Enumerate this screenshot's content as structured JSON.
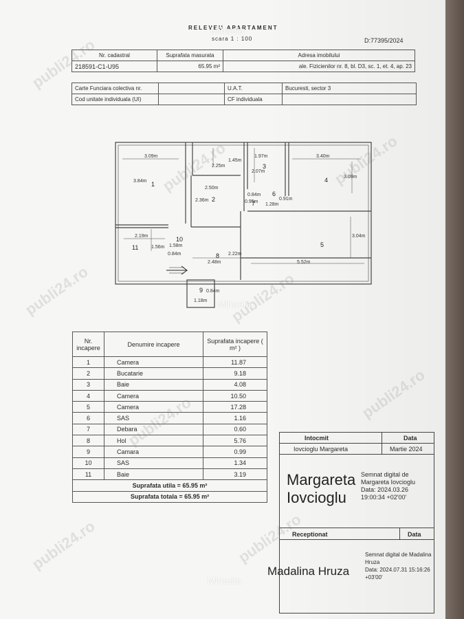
{
  "header": {
    "title": "RELEVEU APARTAMENT",
    "scale": "scara  1 : 100",
    "doc_number": "D:77395/2024"
  },
  "info_table": {
    "col1_label": "Nr. cadastral",
    "col2_label": "Suprafata masurata",
    "col3_label": "Adresa imobilului",
    "cadastral_no": "218591-C1-U95",
    "measured_area": "65.95 m²",
    "address": "ale. Fizicienilor nr. 8, bl. D3, sc. 1, et. 4, ap. 23"
  },
  "registry_table": {
    "cf_label": "Carte Funciara colectiva nr.",
    "uat_label": "U.A.T.",
    "uat_value": "Bucuresti, sector 3",
    "cod_label": "Cod unitate individuala (UI)",
    "cf_ind_label": "CF individuala"
  },
  "plan_labels": {
    "d1": "3.09m",
    "d2": "2.25m",
    "d3": "1.45m",
    "d4": "1.97m",
    "d5": "3.40m",
    "d6": "3.84m",
    "d7": "2.50m",
    "d8": "2.07m",
    "d9": "3.09m",
    "d10": "2.36m",
    "d11": "0.84m",
    "d12": "0.95m",
    "d13": "1.28m",
    "d14": "0.91m",
    "d15": "2.19m",
    "d16": "1.58m",
    "d17": "1.56m",
    "d18": "0.84m",
    "d19": "2.48m",
    "d20": "2.22m",
    "d21": "5.52m",
    "d22": "3.04m",
    "d23": "1.18m",
    "d24": "0.84m",
    "r1": "1",
    "r2": "2",
    "r3": "3",
    "r4": "4",
    "r5": "5",
    "r6": "6",
    "r7": "7",
    "r8": "8",
    "r9": "9",
    "r10": "10",
    "r11": "11"
  },
  "rooms_table": {
    "h_nr": "Nr. incapere",
    "h_name": "Denumire incapere",
    "h_area": "Suprafata incapere ( m² )",
    "rows": [
      {
        "nr": "1",
        "name": "Camera",
        "area": "11.87"
      },
      {
        "nr": "2",
        "name": "Bucatarie",
        "area": "9.18"
      },
      {
        "nr": "3",
        "name": "Baie",
        "area": "4.08"
      },
      {
        "nr": "4",
        "name": "Camera",
        "area": "10.50"
      },
      {
        "nr": "5",
        "name": "Camera",
        "area": "17.28"
      },
      {
        "nr": "6",
        "name": "SAS",
        "area": "1.16"
      },
      {
        "nr": "7",
        "name": "Debara",
        "area": "0.60"
      },
      {
        "nr": "8",
        "name": "Hol",
        "area": "5.76"
      },
      {
        "nr": "9",
        "name": "Camara",
        "area": "0.99"
      },
      {
        "nr": "10",
        "name": "SAS",
        "area": "1.34"
      },
      {
        "nr": "11",
        "name": "Baie",
        "area": "3.19"
      }
    ],
    "useful": "Suprafata utila = 65.95 m²",
    "total": "Suprafata totala = 65.95 m²"
  },
  "sign_box": {
    "intocmit": "Intocmit",
    "data": "Data",
    "author": "Iovcioglu Margareta",
    "date": "Martie  2024",
    "sig1_name_line1": "Margareta",
    "sig1_name_line2": "Iovcioglu",
    "sig1_text1": "Semnat digital de",
    "sig1_text2": "Margareta Iovcioglu",
    "sig1_text3": "Data: 2024.03.26",
    "sig1_text4": "19:00:34 +02'00'",
    "receptionat": "Receptionat",
    "data2": "Data",
    "sig2_name": "Madalina Hruza",
    "sig2_text1": "Semnat digital de Madalina",
    "sig2_text2": "Hruza",
    "sig2_text3": "Data: 2024.07.31 15:16:26",
    "sig2_text4": "+03'00'"
  },
  "watermarks": {
    "site": "publi24.ro",
    "user": "Mihaela"
  }
}
